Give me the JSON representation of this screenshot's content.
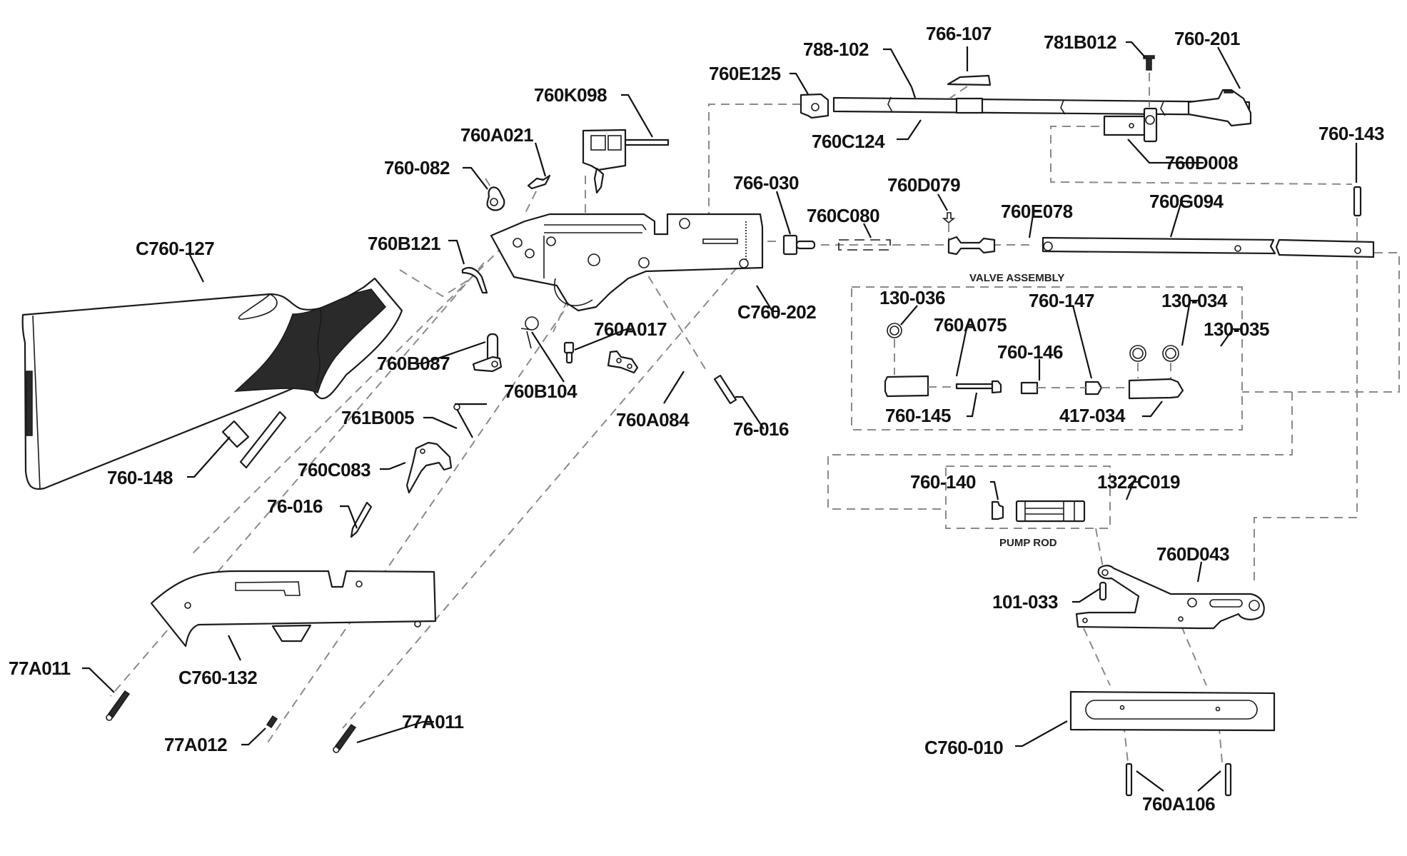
{
  "diagram": {
    "title": "Air rifle exploded parts diagram",
    "colors": {
      "line": "#1a1a1a",
      "dash": "#8a8a8a",
      "background": "#ffffff",
      "text": "#111111"
    },
    "groups": {
      "valve_assembly": "VALVE  ASSEMBLY",
      "pump_rod": "PUMP ROD"
    },
    "labels": {
      "stock": "C760-127",
      "stock_bolt": "760-148",
      "pin_760b121": "760B121",
      "knob_760_082": "760-082",
      "part_760a021": "760A021",
      "bolt_760k098": "760K098",
      "rear_sight_760e125": "760E125",
      "pin_788_102": "788-102",
      "sight_766_107": "766-107",
      "screw_781b012": "781B012",
      "front_sight_760_201": "760-201",
      "barrel_760c124": "760C124",
      "band_760d008": "760D008",
      "pin_760_143": "760-143",
      "plug_766_030": "766-030",
      "pin_760d079": "760D079",
      "tube_760c080": "760C080",
      "valve_760e078": "760E078",
      "pump_tube_760g094": "760G094",
      "receiver_c760_202": "C760-202",
      "screw_760a017": "760A017",
      "safety_760b087": "760B087",
      "pin_760b104": "760B104",
      "lever_760a084": "760A084",
      "pin_76_016_a": "76-016",
      "spring_761b005": "761B005",
      "trigger_760c083": "760C083",
      "pin_76_016_b": "76-016",
      "screw_77a011_a": "77A011",
      "receiver_half_c760_132": "C760-132",
      "screw_77a012": "77A012",
      "screw_77a011_b": "77A011",
      "oring_130_036": "130-036",
      "valve_body_760a075": "760A075",
      "seal_760_147": "760-147",
      "oring_130_034": "130-034",
      "oring_130_035": "130-035",
      "spacer_760_146": "760-146",
      "stem_760_145": "760-145",
      "piston_417_034": "417-034",
      "cup_760_140": "760-140",
      "pump_rod_1322c019": "1322C019",
      "pump_lever_760d043": "760D043",
      "pin_101_033": "101-033",
      "forearm_c760_010": "C760-010",
      "pins_760a106": "760A106"
    }
  }
}
